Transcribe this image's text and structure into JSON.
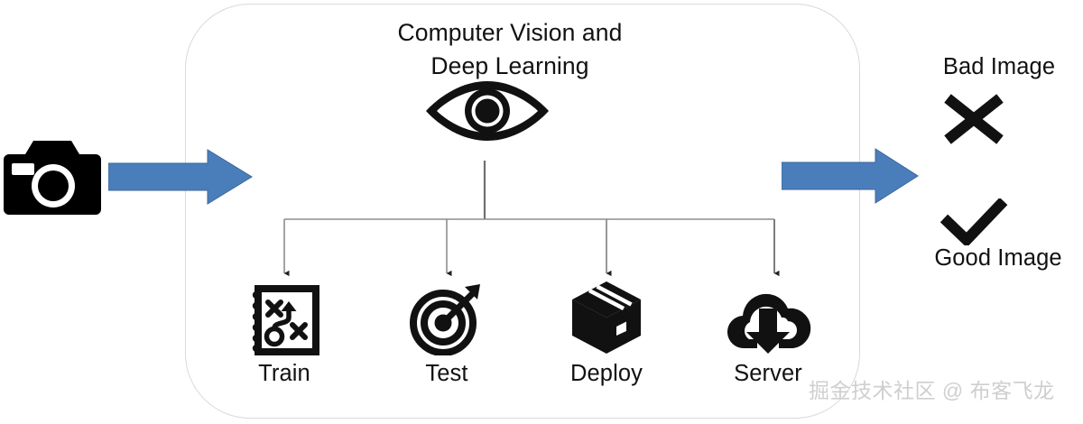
{
  "diagram": {
    "title_lines": [
      "Computer Vision and",
      "Deep Learning"
    ],
    "eye_icon_name": "eye-icon",
    "input": {
      "icon_name": "camera-icon",
      "arrow_name": "input-arrow"
    },
    "output": {
      "arrow_name": "output-arrow"
    },
    "stages": [
      {
        "label": "Train",
        "icon": "strategy-board-icon"
      },
      {
        "label": "Test",
        "icon": "target-dart-icon"
      },
      {
        "label": "Deploy",
        "icon": "package-box-icon"
      },
      {
        "label": "Server",
        "icon": "cloud-download-icon"
      }
    ],
    "outcomes": [
      {
        "label": "Bad Image",
        "icon": "cross-mark-icon"
      },
      {
        "label": "Good Image",
        "icon": "check-mark-icon"
      }
    ],
    "watermark": "掘金技术社区 @ 布客飞龙",
    "colors": {
      "arrow_blue": "#4A7EBB",
      "arrow_blue_edge": "#3C6699",
      "ink": "#111111",
      "container_border": "#d9d9d9",
      "connector_line": "#777777",
      "watermark": "#cfcfcf"
    }
  }
}
